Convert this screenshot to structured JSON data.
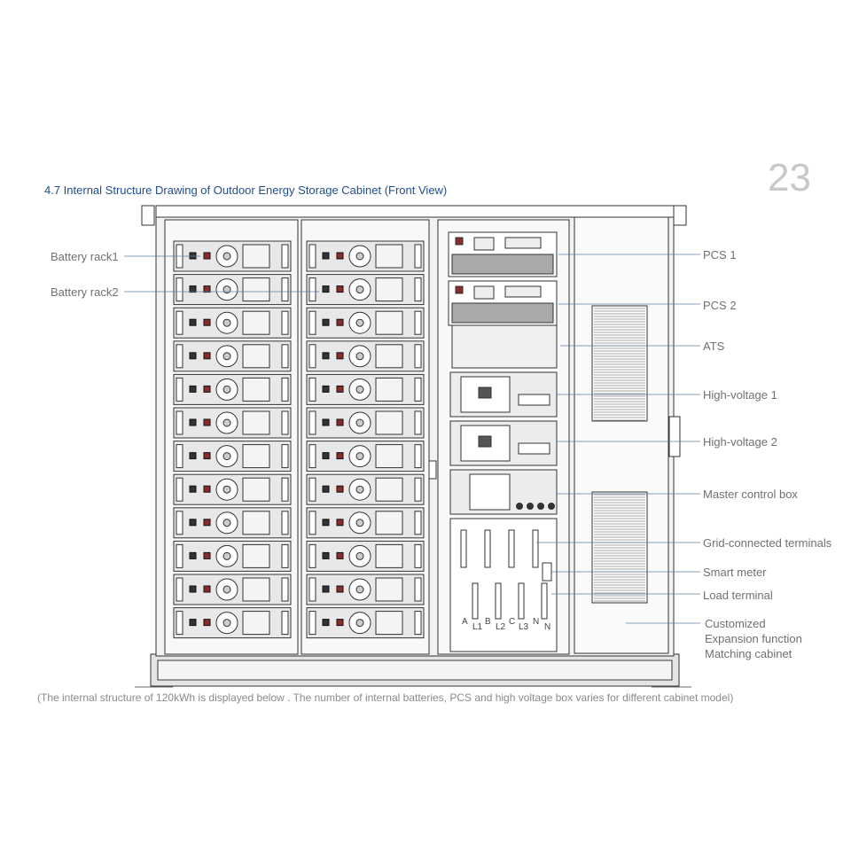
{
  "page_number": "23",
  "title": "4.7 Internal Structure Drawing of Outdoor Energy Storage Cabinet (Front View)",
  "caption": "(The internal structure of 120kWh is displayed below . The number of internal batteries, PCS and high voltage box varies for different cabinet model)",
  "left_labels": [
    "Battery rack1",
    "Battery rack2"
  ],
  "right_labels": [
    "PCS 1",
    "PCS 2",
    "ATS",
    "High-voltage 1",
    "High-voltage 2",
    "Master control box",
    "Grid-connected terminals",
    "Smart meter",
    "Load terminal"
  ],
  "custom_label": [
    "Customized",
    "Expansion function",
    "Matching cabinet"
  ],
  "phase_labels_top": [
    "A",
    "B",
    "C",
    "N"
  ],
  "phase_labels_bottom": [
    "L1",
    "L2",
    "L3",
    "N"
  ]
}
